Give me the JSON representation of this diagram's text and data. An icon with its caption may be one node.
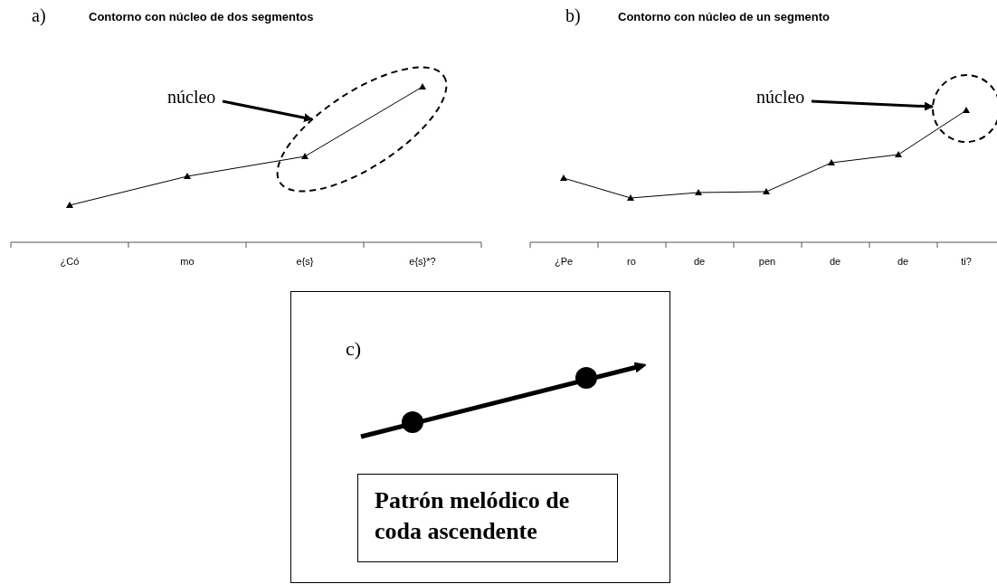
{
  "diagram": {
    "nodes": [
      {
        "text": [
          "núcleo"
        ]
      },
      {
        "text": [],
        "shape": "ellipse"
      },
      {
        "text": [
          "núcleo"
        ]
      },
      {
        "text": [],
        "shape": "circle"
      },
      {
        "text": [
          "c)"
        ]
      },
      {
        "text": [
          "Patrón melódico de coda ascendente"
        ],
        "in": 4
      }
    ],
    "edges": [
      {
        "from": 0,
        "to": 1,
        "arrow": "to"
      },
      {
        "from": 2,
        "to": 3,
        "arrow": "to"
      }
    ],
    "labels": [
      "a)",
      "Contorno con núcleo de dos segmentos",
      "b)",
      "Contorno con núcleo de un segmento",
      "¿Có",
      "mo",
      "e{s}",
      "e{s}*?",
      "¿Pe",
      "ro",
      "de",
      "pen",
      "de",
      "de",
      "ti?"
    ]
  }
}
